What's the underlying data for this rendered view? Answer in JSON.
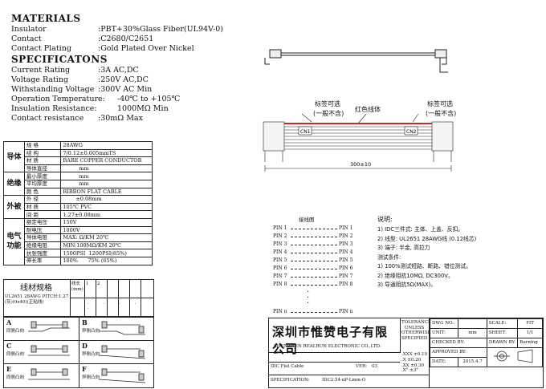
{
  "materials": {
    "heading": "MATERIALS",
    "rows": [
      {
        "label": "Insulator",
        "value": ":PBT+30%Glass Fiber(UL94V-0)"
      },
      {
        "label": "Contact",
        "value": ":C2680/C2651"
      },
      {
        "label": "Contact Plating",
        "value": ":Gold Plated Over Nickel"
      }
    ]
  },
  "specifications": {
    "heading": "SPECIFICATONS",
    "rows": [
      {
        "label": "Current Rating",
        "value": ":3A AC,DC"
      },
      {
        "label": "Voltage Rating",
        "value": ":250V AC,DC"
      },
      {
        "label": "Withstanding Voltage",
        "value": ":300V AC Min"
      },
      {
        "label": "Operation Temperature:",
        "value": "-40℃ to +105℃"
      },
      {
        "label": "Insulation Resistance:",
        "value": "1000MΩ Min"
      },
      {
        "label": "Contact resistance",
        "value": ":30mΩ Max"
      }
    ]
  },
  "param_table": {
    "conductor_group": "导体",
    "insulation_group": "绝缘",
    "jacket_group": "外被",
    "electrical_group": "电气功能",
    "rows": [
      {
        "k": "规  格",
        "v": "28AWG"
      },
      {
        "k": "结  构",
        "v": "7/0.12±0.005mmTS"
      },
      {
        "k": "材  质",
        "v": "BARE COPPER CONDUCTOR"
      },
      {
        "k": "导体直径",
        "v": "mm"
      },
      {
        "k": "最小厚度",
        "v": "mm"
      },
      {
        "k": "平均厚度",
        "v": "mm"
      },
      {
        "k": "颜  色",
        "v": "RIBBON FLAT CABLE"
      },
      {
        "k": "外  径",
        "v": "±0.08mm"
      },
      {
        "k": "材  质",
        "v": "105℃ PVC"
      },
      {
        "k": "间  距",
        "v": "1.27±0.08mm"
      },
      {
        "k": "额定电压",
        "v": "150V"
      },
      {
        "k": "耐电压",
        "v": "1000V"
      },
      {
        "k": "导体电阻",
        "v": "MAX:  Ω/KM   20℃"
      },
      {
        "k": "绝缘电阻",
        "v": "MIN:100MΩ/KM   20℃"
      },
      {
        "k": "抗张强度",
        "v": "1500PSI",
        "v2": "1200PSI(85%)"
      },
      {
        "k": "伸长率",
        "v": "100%",
        "v2": "75%    (65%)"
      }
    ]
  },
  "wire_material": {
    "heading": "线材规格",
    "desc": "UL2651 28AWG PITCH:1.27 (灰)(0x40)(正粘线)",
    "len_label": "线长(mm)",
    "h1": "1",
    "h2": "2"
  },
  "wiring": {
    "a_label": "A",
    "a_text": "同侧凸向",
    "b_label": "B",
    "b_text": "异侧凸向",
    "c_label": "C",
    "c_text": "同侧凸向",
    "d_label": "D",
    "d_text": "异侧凸向",
    "e_label": "E",
    "e_text": "同侧凸向",
    "f_label": "F",
    "f_text": "异侧凸向"
  },
  "drawing": {
    "label_left": "标签可选",
    "label_left2": "(一般不含)",
    "red_wire": "红色线体",
    "label_right": "标签可选",
    "label_right2": "(一般不含)",
    "cn1": "CN1",
    "cn2": "CN2",
    "length": "300±10"
  },
  "pinout": {
    "title": "接线图",
    "pins": [
      "PIN 1",
      "PIN 2",
      "PIN 3",
      "PIN 4",
      "PIN 5",
      "PIN 6",
      "PIN 7",
      "PIN 8"
    ],
    "pin_n": "PIN n"
  },
  "notes": {
    "heading": "说明:",
    "lines": [
      "1)  IDC三件式: 主体、上盖、反扣。",
      "2)  线型: UL2651 28AWG线 (0.12线芯)",
      "3)  端子: 半金, 高拉力",
      "测试条件:",
      "1)  100%测试短路、断路、错位测试。",
      "2)  绝缘阻抗10MΩ, DC300V。",
      "3)  导通阻抗5Ω(MAX)。"
    ]
  },
  "title_block": {
    "company_cn": "深圳市惟赞电子有限公司",
    "company_en": "SHENZHEN REALRUN ELECTRONIC CO.,LTD.",
    "tolerance": "TOLERANCE UNLESS OTHERWISE SPECIFIED",
    "dwg_no_label": "DWG NO.:",
    "dwg_no": "",
    "scale_label": "SCALE:",
    "scale": "FIT",
    "unit_label": "UNIT:",
    "unit": "mm",
    "sheet_label": "SHEET:",
    "sheet": "1/1",
    "checked_label": "CHECKED BY:",
    "checked": "",
    "drawn_label": "DRAWN BY:",
    "drawn": "Burning",
    "tol1": ".XXX  ±0.10",
    "tol2": ".X  ±0.20",
    "tol3": ".XX  ±0.30",
    "tol4": ".X°  ±3°",
    "product": "IDC Flat Cable",
    "ver_label": "VER:",
    "ver": "03",
    "approved_label": "APPROVED BY:",
    "approved": "",
    "date_label": "DATE:",
    "date": "2015.4.7",
    "spec_label": "SPECIFICATION:",
    "spec": "IDC2.54-nP-Lmm-O"
  }
}
